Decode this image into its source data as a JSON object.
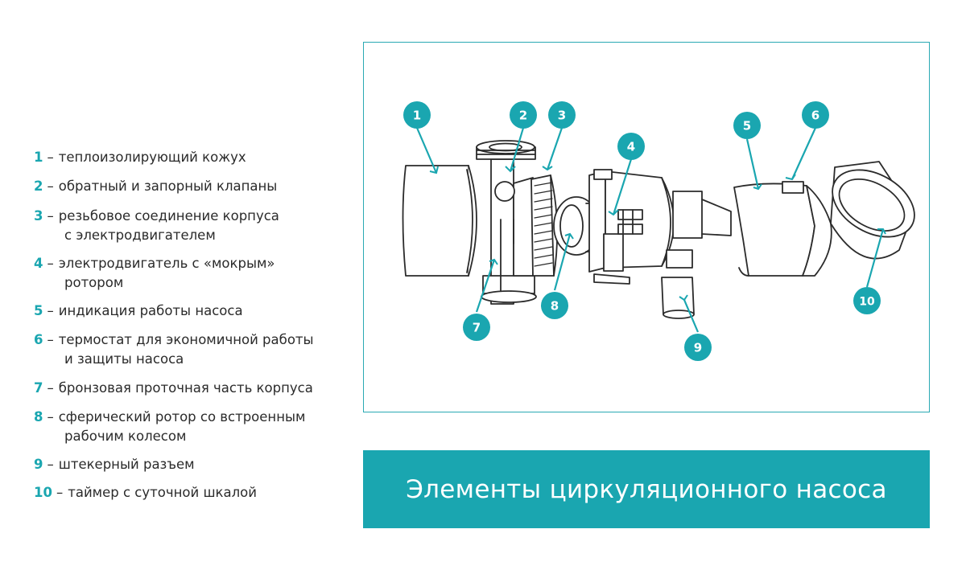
{
  "legend": [
    {
      "num": "1",
      "text": "теплоизолирующий кожух",
      "cont": ""
    },
    {
      "num": "2",
      "text": "обратный и запорный клапаны",
      "cont": ""
    },
    {
      "num": "3",
      "text": "резьбовое соединение корпуса",
      "cont": "с электродвигателем"
    },
    {
      "num": "4",
      "text": "электродвигатель с «мокрым»",
      "cont": "ротором"
    },
    {
      "num": "5",
      "text": "индикация работы насоса",
      "cont": ""
    },
    {
      "num": "6",
      "text": "термостат для экономичной работы",
      "cont": "и защиты насоса"
    },
    {
      "num": "7",
      "text": "бронзовая проточная часть корпуса",
      "cont": ""
    },
    {
      "num": "8",
      "text": "сферический ротор со встроенным",
      "cont": "рабочим колесом"
    },
    {
      "num": "9",
      "text": "штекерный разъем",
      "cont": ""
    },
    {
      "num": "10",
      "text": "таймер с суточной шкалой",
      "cont": ""
    }
  ],
  "dash": "–",
  "callouts": [
    "1",
    "2",
    "3",
    "4",
    "5",
    "6",
    "7",
    "8",
    "9",
    "10"
  ],
  "title": "Элементы циркуляционного насоса",
  "colors": {
    "accent": "#1aa6b0",
    "line": "#2b2b2b"
  }
}
